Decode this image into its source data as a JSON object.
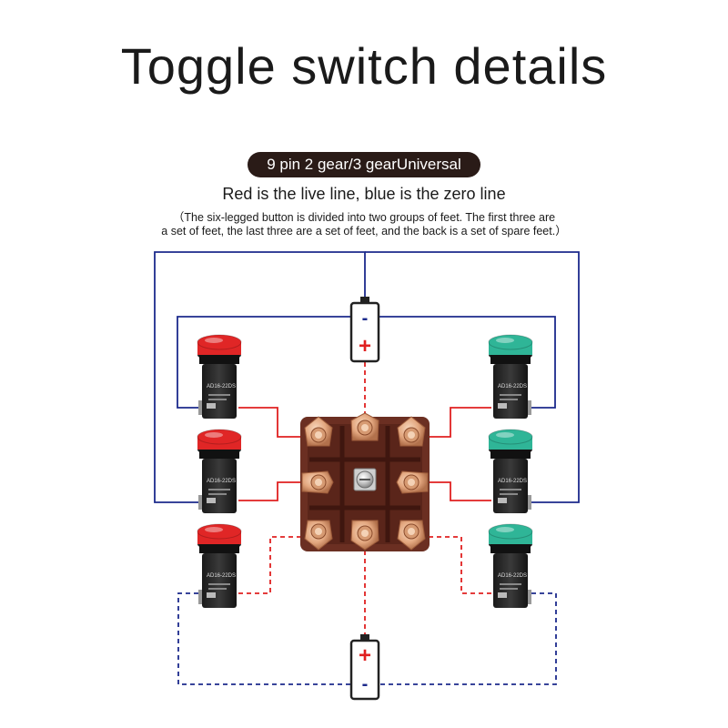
{
  "title": "Toggle switch details",
  "badge": "9 pin 2 gear/3 gearUniversal",
  "subtitle": "Red is the live line, blue is the zero line",
  "note_line1": "（The six-legged button is divided into two groups of feet. The first three are",
  "note_line2": "a set of feet, the last three are a set of feet, and the back is a set of spare feet.）",
  "battery_top": {
    "upper_symbol": "-",
    "lower_symbol": "+"
  },
  "battery_bottom": {
    "upper_symbol": "+",
    "lower_symbol": "-"
  },
  "indicator_model": "AD16-22DS",
  "colors": {
    "live": "#e02020",
    "neutral": "#1c2a8c",
    "red_lamp": "#e02626",
    "green_lamp": "#2fb597",
    "switch_body": "#6b2f22",
    "terminal": "#e8b48c"
  }
}
